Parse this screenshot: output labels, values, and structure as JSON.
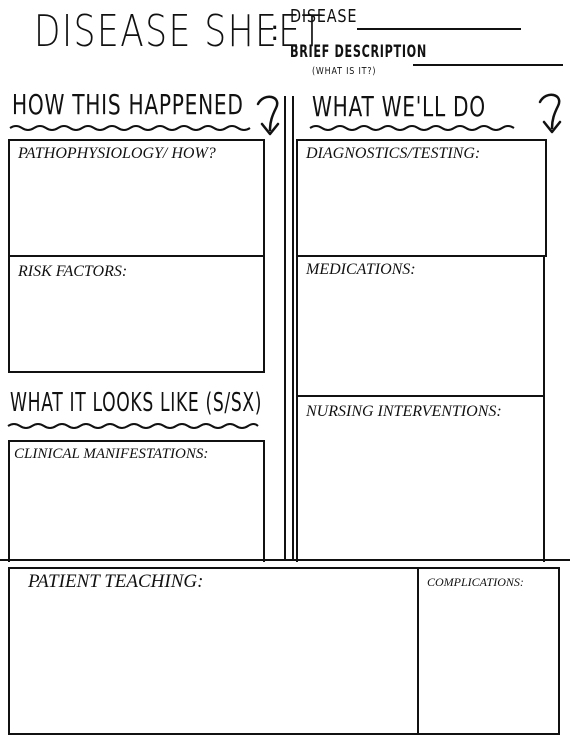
{
  "header": {
    "title": "DISEASE SHEET",
    "colon": ":",
    "disease_label": "DISEASE",
    "disease_value": "",
    "description_label": "BRIEF DESCRIPTION",
    "description_value": "",
    "description_sub": "(WHAT IS IT?)"
  },
  "left_column": {
    "heading": "HOW THIS HAPPENED",
    "sections": {
      "pathophysiology": "PATHOPHYSIOLOGY/ HOW?",
      "risk_factors": "RISK FACTORS:"
    },
    "heading2": "WHAT IT LOOKS LIKE (S/SX)",
    "clinical": "CLINICAL MANIFESTATIONS:"
  },
  "right_column": {
    "heading": "WHAT WE'LL DO",
    "sections": {
      "diagnostics": "DIAGNOSTICS/TESTING:",
      "medications": "MEDICATIONS:",
      "nursing": "NURSING INTERVENTIONS:"
    }
  },
  "bottom": {
    "patient_teaching": "PATIENT TEACHING:",
    "complications": "COMPLICATIONS:"
  },
  "icons": [
    "hand-drawn-arrow-icon",
    "hand-drawn-arrow-icon"
  ]
}
